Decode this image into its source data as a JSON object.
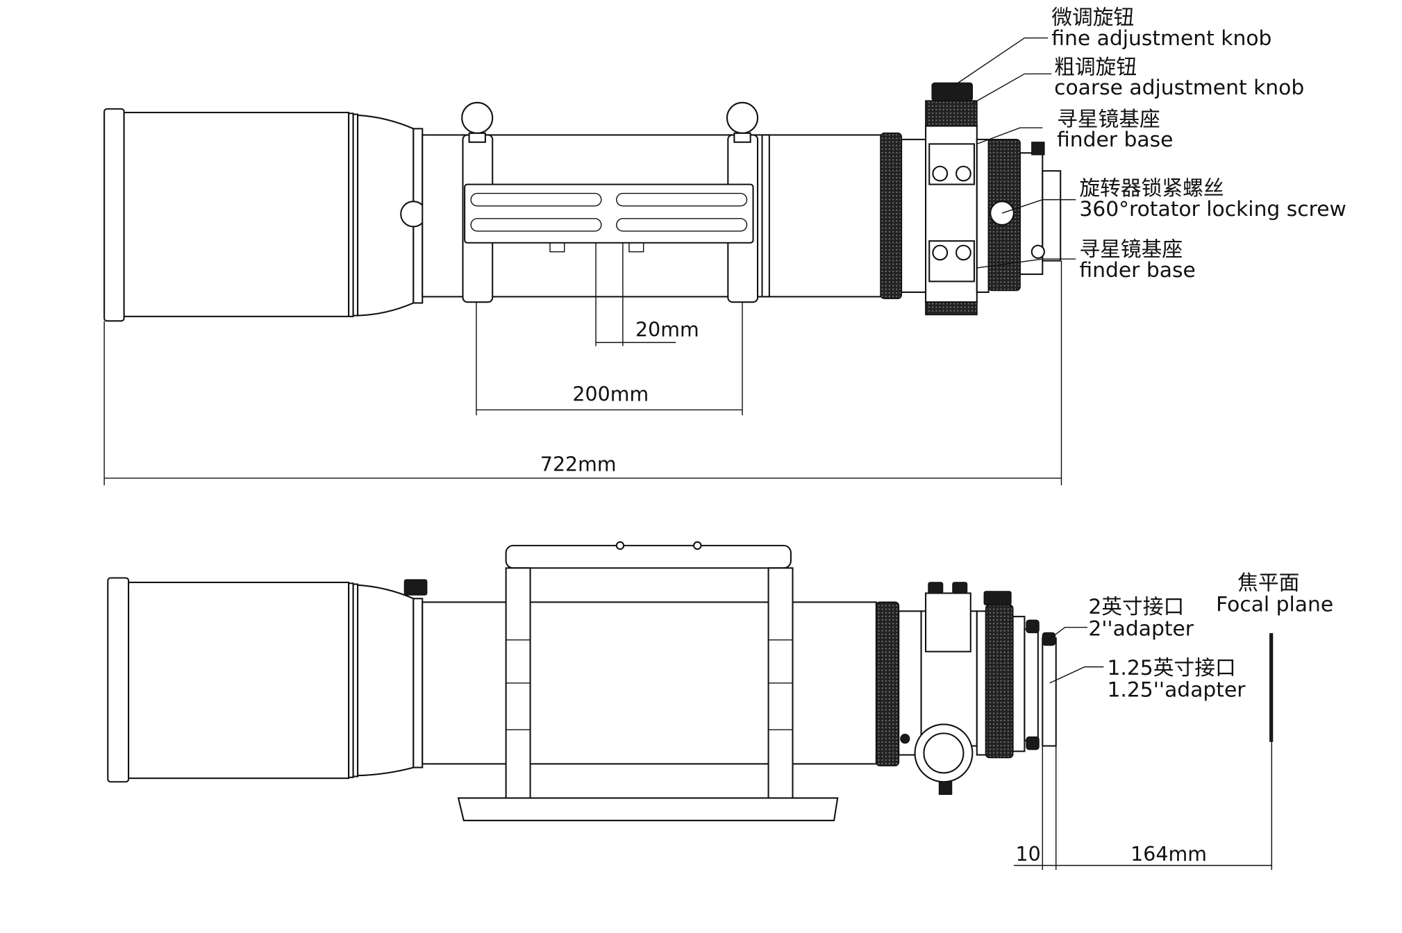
{
  "top_view": {
    "labels": {
      "fine_knob_cn": "微调旋钮",
      "fine_knob_en": "fine adjustment knob",
      "coarse_knob_cn": "粗调旋钮",
      "coarse_knob_en": "coarse adjustment knob",
      "finder_base_top_cn": "寻星镜基座",
      "finder_base_top_en": "finder base",
      "rotator_cn": "旋转器锁紧螺丝",
      "rotator_en": "360°rotator locking screw",
      "finder_base_bottom_cn": "寻星镜基座",
      "finder_base_bottom_en": "finder base"
    },
    "dimensions": {
      "slot_spacing": "20mm",
      "ring_spacing": "200mm",
      "total_length": "722mm"
    }
  },
  "side_view": {
    "labels": {
      "adapter2_cn": "2英寸接口",
      "adapter2_en": "2''adapter",
      "adapter125_cn": "1.25英寸接口",
      "adapter125_en": "1.25''adapter",
      "focal_plane_cn": "焦平面",
      "focal_plane_en": "Focal plane"
    },
    "dimensions": {
      "adapter_offset": "10",
      "backfocus": "164mm"
    }
  }
}
